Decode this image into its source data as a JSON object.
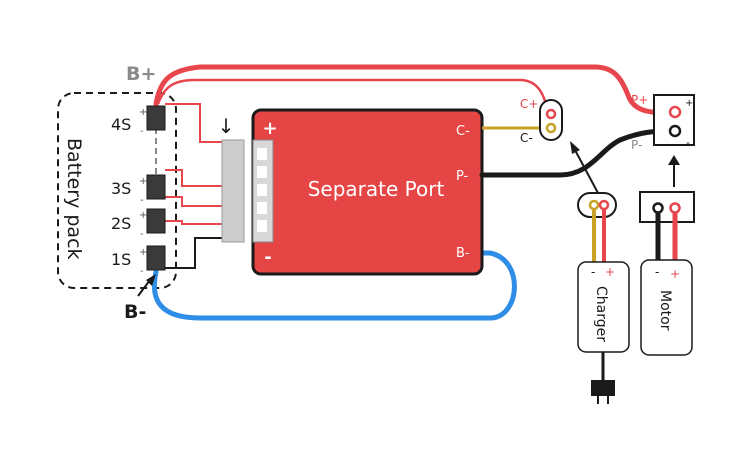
{
  "diagram": {
    "battery_pack_label": "Battery pack",
    "b_plus_label": "B+",
    "b_minus_label": "B-",
    "cells": [
      "4S",
      "3S",
      "2S",
      "1S"
    ],
    "cell_plus": "+",
    "cell_minus": "-",
    "board": {
      "title": "Separate Port",
      "plus_label": "+",
      "minus_label": "-",
      "port_c_minus": "C-",
      "port_p_minus": "P-",
      "port_b_minus": "B-"
    },
    "connector_c_plus": "C+",
    "connector_c_minus": "C-",
    "output_p_plus": "P+",
    "output_p_minus": "P-",
    "output_plus_sign": "+",
    "output_minus_sign": "-",
    "charger": {
      "label": "Charger",
      "minus": "-",
      "plus": "+"
    },
    "motor": {
      "label": "Motor",
      "minus": "-",
      "plus": "+"
    },
    "balance_arrow": "↓",
    "colors": {
      "board": "#e64545",
      "wire_red": "#e8464d",
      "wire_black": "#1a1a1a",
      "wire_blue": "#2e8de6",
      "wire_gold": "#c9a227",
      "label_gray": "#8a8a8a"
    }
  }
}
